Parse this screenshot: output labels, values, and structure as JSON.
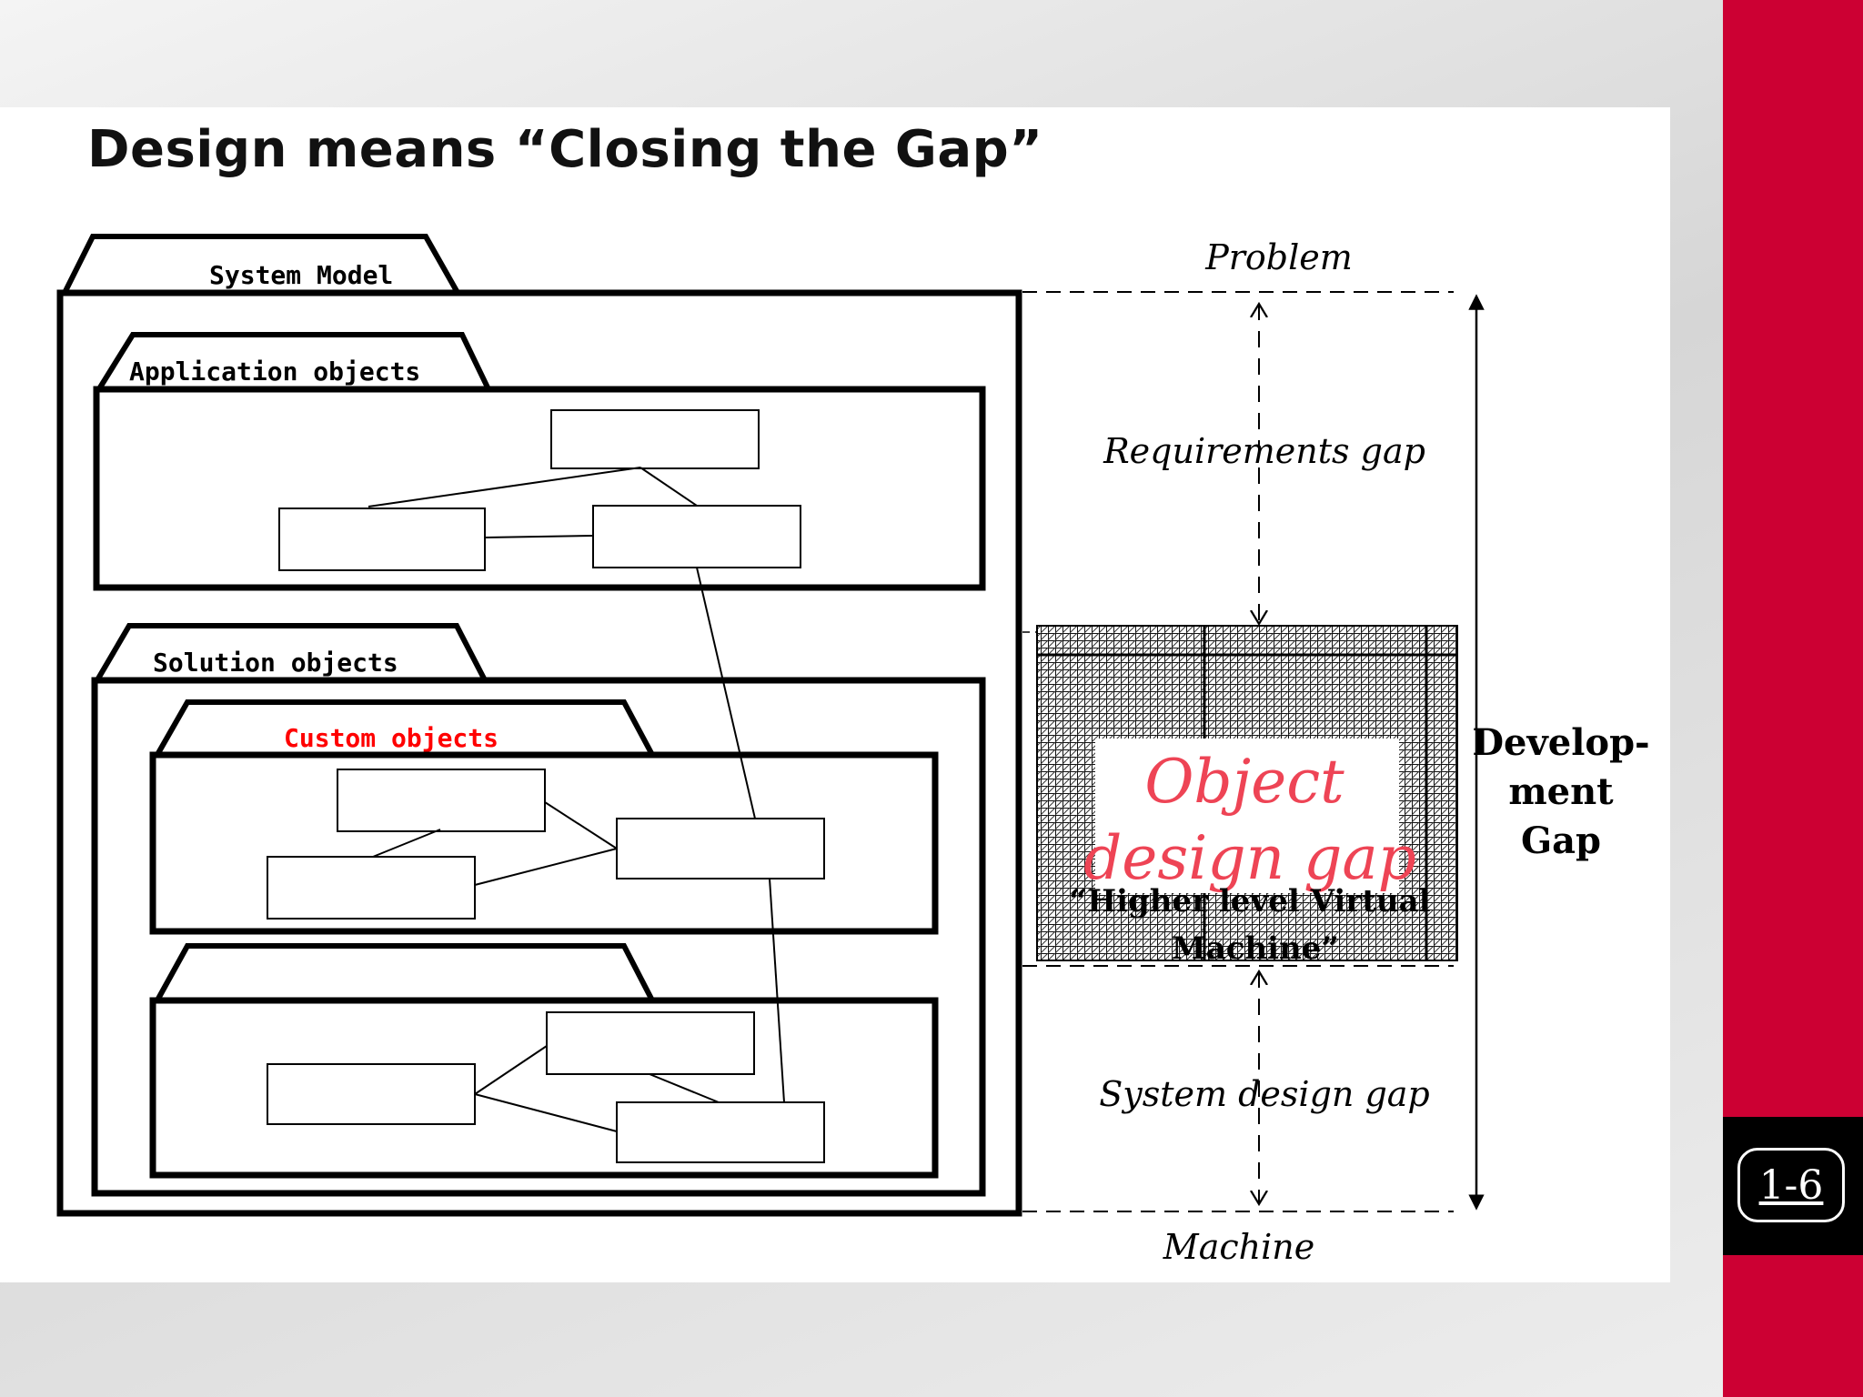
{
  "slide": {
    "title": "Design means “Closing the Gap”",
    "page_number": "1-6"
  },
  "diagram": {
    "packages": {
      "system_model": "System Model",
      "application_objects": "Application objects",
      "solution_objects": "Solution objects",
      "custom_objects": "Custom objects",
      "off_the_shelf": ""
    },
    "gap_labels": {
      "problem": "Problem",
      "requirements_gap": "Requirements gap",
      "object_design_gap_line1": "Object",
      "object_design_gap_line2": "design gap",
      "virtual_machine_line1": "“Higher level Virtual",
      "virtual_machine_line2": "Machine”",
      "system_design_gap": "System design gap",
      "machine": "Machine",
      "development_gap_line1": "Develop-",
      "development_gap_line2": "ment",
      "development_gap_line3": "Gap"
    },
    "colors": {
      "custom_objects": "#ff0000",
      "object_design_gap": "#ee4455",
      "accent_bar": "#cc0033"
    }
  }
}
